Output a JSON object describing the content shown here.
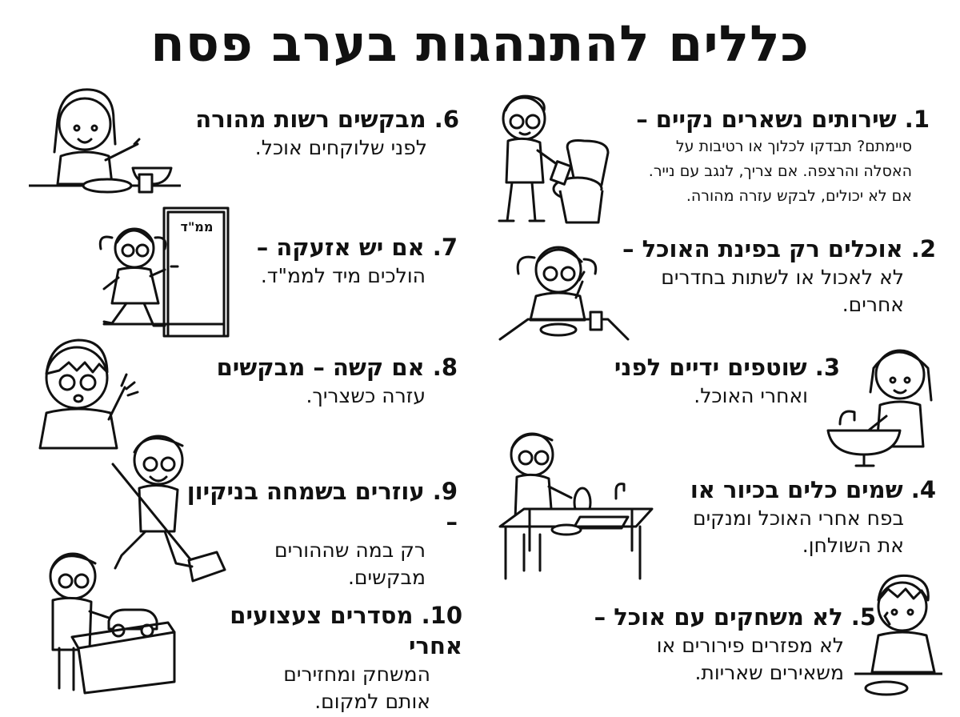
{
  "title": "כללים להתנהגות בערב פסח",
  "rules": [
    {
      "num": "1.",
      "head": "שירותים נשארים נקיים –",
      "body": [
        "סיימתם? תבדקו לכלוך או רטיבות על",
        "האסלה והרצפה. אם צריך, לנגב עם נייר.",
        "אם לא יכולים, לבקש עזרה מהורה."
      ]
    },
    {
      "num": "2.",
      "head": "אוכלים רק בפינת האוכל –",
      "body": [
        "לא לאכול או לשתות בחדרים",
        "אחרים."
      ]
    },
    {
      "num": "3.",
      "head": "שוטפים ידיים לפני",
      "body": [
        "ואחרי האוכל."
      ]
    },
    {
      "num": "4.",
      "head": "שמים כלים בכיור או",
      "body": [
        "בפח אחרי האוכל ומנקים",
        "את השולחן."
      ]
    },
    {
      "num": "5.",
      "head": "לא משחקים עם אוכל –",
      "body": [
        "לא מפזרים פירורים או",
        "משאירים שאריות."
      ]
    },
    {
      "num": "6.",
      "head": "מבקשים רשות מהורה",
      "body": [
        "לפני שלוקחים אוכל."
      ]
    },
    {
      "num": "7.",
      "head": "אם יש אזעקה –",
      "body": [
        "הולכים מיד לממ\"ד."
      ]
    },
    {
      "num": "8.",
      "head": "אם קשה – מבקשים",
      "body": [
        "עזרה כשצריך."
      ]
    },
    {
      "num": "9.",
      "head": "עוזרים בשמחה בניקיון –",
      "body": [
        "רק במה שההורים",
        "מבקשים."
      ]
    },
    {
      "num": "10.",
      "head": "מסדרים צעצועים אחרי",
      "body": [
        "המשחק ומחזירים",
        "אותם למקום."
      ]
    }
  ],
  "door_sign": "ממ\"ד",
  "illustrations": [
    "boy-cleaning-toilet-icon",
    "girl-eating-at-table-icon",
    "girl-washing-hands-icon",
    "boy-washing-dishes-icon",
    "boy-eating-icon",
    "girl-asking-permission-icon",
    "girl-running-to-safe-room-icon",
    "boy-waving-for-help-icon",
    "boy-sweeping-icon",
    "boy-putting-toys-in-box-icon"
  ]
}
